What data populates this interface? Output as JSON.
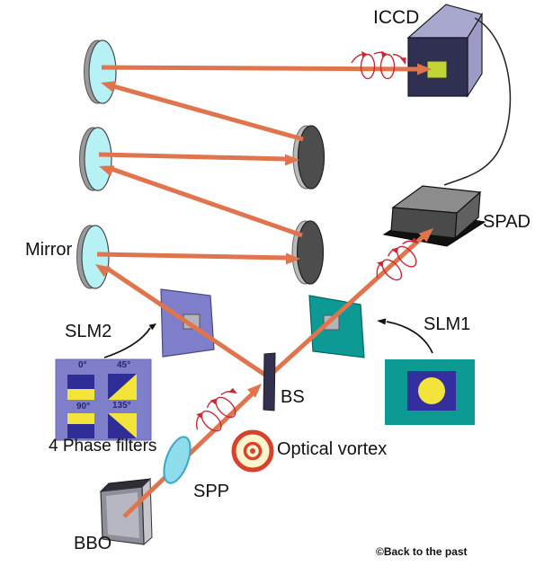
{
  "diagram": {
    "labels": {
      "iccd": "ICCD",
      "spad": "SPAD",
      "mirror": "Mirror",
      "slm2": "SLM2",
      "slm1": "SLM1",
      "bs": "BS",
      "spp": "SPP",
      "bbo": "BBO",
      "phase_filters": "4 Phase filters",
      "optical_vortex": "Optical vortex"
    },
    "phase_filter_angles": [
      "0°",
      "45°",
      "90°",
      "135°"
    ],
    "credit": "©Back to the past",
    "colors": {
      "beam": "#e0744d",
      "spiral": "#cc2936",
      "mirror": "#b5f1f5",
      "mirror_edge": "#9a9a9a",
      "dark_mirror": "#4d4d4d",
      "slm2": "#7e7ecb",
      "slm1": "#0d9a94",
      "filter_navy": "#2e2e96",
      "filter_yellow": "#f2e43a",
      "iccd_front": "#303052",
      "iccd_side": "#a8a8cf",
      "sensor": "#c3d534",
      "spad_front": "#4a4a4a",
      "spad_top": "#8c8c8c",
      "bs": "#32324e",
      "spp": "#8fdcec",
      "vortex_ring": "#d8422c",
      "vortex_fill": "#fbf5cd",
      "wire": "#222222"
    }
  }
}
